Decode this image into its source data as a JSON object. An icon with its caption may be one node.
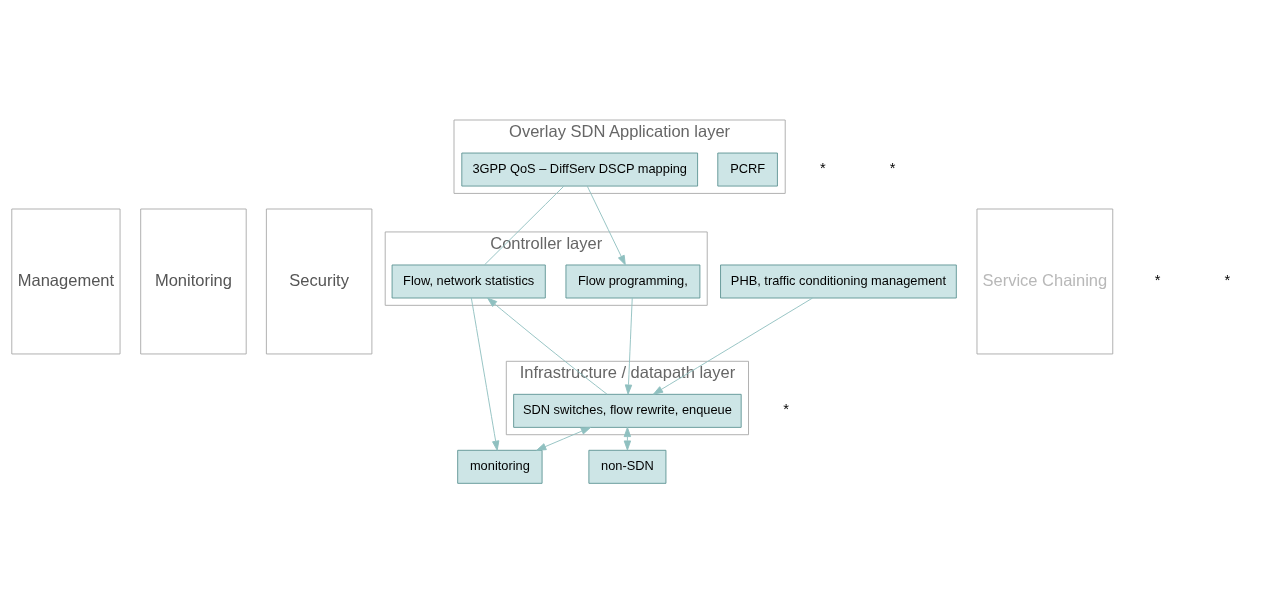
{
  "diagram": {
    "nodes": [
      {
        "text": [
          "Management"
        ]
      },
      {
        "text": [
          "Monitoring"
        ]
      },
      {
        "text": [
          "Security"
        ]
      },
      {
        "text": [
          "Overlay SDN Application layer"
        ]
      },
      {
        "text": [
          "PCRF"
        ],
        "in": 3
      },
      {
        "text": [
          "3GPP QoS – DiffServ DSCP mapping"
        ],
        "in": 3
      },
      {
        "text": [
          "Controller layer"
        ]
      },
      {
        "text": [
          "Flow, network statistics"
        ],
        "in": 6
      },
      {
        "text": [
          "Flow programming,"
        ],
        "in": 6
      },
      {
        "text": [
          "Infrastructure / datapath layer"
        ]
      },
      {
        "text": [
          "SDN switches, flow rewrite, enqueue"
        ],
        "in": 9
      },
      {
        "text": [
          "Service Chaining"
        ]
      },
      {
        "text": [
          "monitoring"
        ]
      },
      {
        "text": [
          "PHB, traffic conditioning management"
        ]
      },
      {
        "text": [
          "non-SDN"
        ]
      }
    ],
    "edges": [
      {
        "from": 5,
        "to": 8,
        "arrow": "to"
      },
      {
        "from": 5,
        "to": 7,
        "arrow": "none"
      },
      {
        "from": 8,
        "to": 10,
        "arrow": "to"
      },
      {
        "from": 10,
        "to": 7,
        "arrow": "to"
      },
      {
        "from": 7,
        "to": 12,
        "arrow": "to"
      },
      {
        "from": 10,
        "to": 12,
        "arrow": "both"
      },
      {
        "from": 13,
        "to": 10,
        "arrow": "to"
      },
      {
        "from": 10,
        "to": 14,
        "arrow": "both"
      }
    ],
    "labels": [
      "*",
      "*",
      "*",
      "*",
      "*"
    ]
  }
}
